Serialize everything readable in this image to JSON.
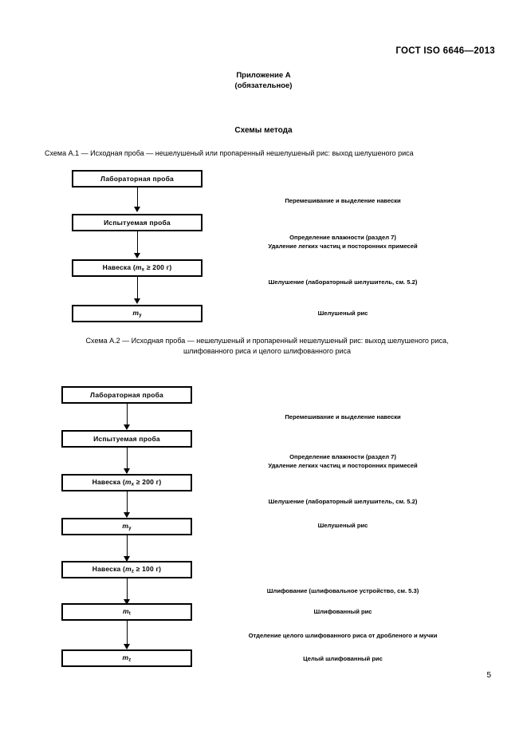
{
  "document": {
    "header": "ГОСТ ISO 6646—2013",
    "annex_title_line1": "Приложение А",
    "annex_title_line2": "(обязательное)",
    "section_title": "Схемы метода",
    "page_number": "5"
  },
  "scheme_a1": {
    "caption": "Схема А.1 — Исходная проба — нешелушеный или пропаренный нешелушеный рис: выход шелушеного риса",
    "boxes": [
      {
        "label": "Лабораторная проба"
      },
      {
        "label": "Испытуемая проба"
      },
      {
        "label": "Навеска (mx ≥ 200 г)"
      },
      {
        "label": "my"
      }
    ],
    "notes": [
      {
        "line1": "Перемешивание и выделение навески",
        "line2": ""
      },
      {
        "line1": "Определение влажности (раздел 7)",
        "line2": "Удаление легких частиц и посторонних примесей"
      },
      {
        "line1": "Шелушение (лабораторный шелушитель, см. 5.2)",
        "line2": ""
      },
      {
        "line1": "Шелушеный рис",
        "line2": ""
      }
    ]
  },
  "scheme_a2": {
    "caption_line1": "Схема А.2 — Исходная проба — нешелушеный и пропаренный нешелушеный рис: выход шелушеного риса,",
    "caption_line2": "шлифованного риса и целого шлифованного риса",
    "boxes": [
      {
        "label": "Лабораторная проба"
      },
      {
        "label": "Испытуемая проба"
      },
      {
        "label": "Навеска (mx ≥ 200 г)"
      },
      {
        "label": "my"
      },
      {
        "label": "Навеска (mz ≥ 100 г)"
      },
      {
        "label": "mt"
      },
      {
        "label": "mz"
      }
    ],
    "notes": [
      {
        "line1": "Перемешивание и выделение навески",
        "line2": ""
      },
      {
        "line1": "Определение влажности (раздел 7)",
        "line2": "Удаление легких частиц и посторонних примесей"
      },
      {
        "line1": "Шелушение (лабораторный шелушитель, см. 5.2)",
        "line2": ""
      },
      {
        "line1": "Шелушеный рис",
        "line2": ""
      },
      {
        "line1": "Шлифование (шлифовальное устройство, см. 5.3)",
        "line2": ""
      },
      {
        "line1": "Шлифованный рис",
        "line2": ""
      },
      {
        "line1": "Отделение целого шлифованного риса от дробленого и мучки",
        "line2": ""
      },
      {
        "line1": "Целый шлифованный рис",
        "line2": ""
      }
    ]
  }
}
